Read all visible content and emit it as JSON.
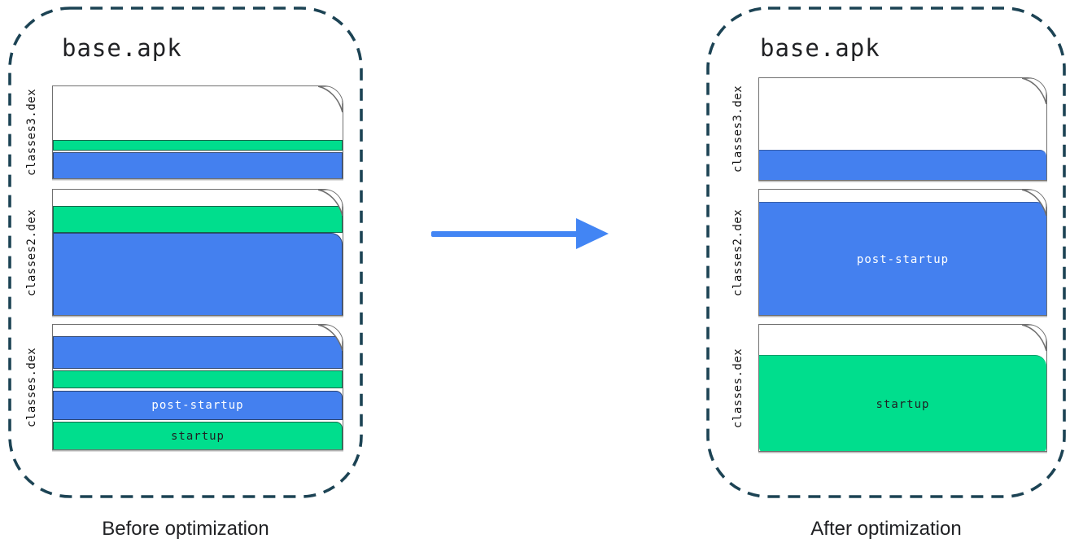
{
  "colors": {
    "green": "#00de8d",
    "blue": "#4480ef",
    "dash": "#1c4354",
    "file_border": "#707070",
    "arrow": "#4285f4",
    "text": "#202124"
  },
  "before": {
    "title": "base.apk",
    "caption": "Before optimization",
    "files": [
      {
        "label": "classes3.dex"
      },
      {
        "label": "classes2.dex"
      },
      {
        "label": "classes.dex"
      }
    ],
    "segments": {
      "post_startup": "post-startup",
      "startup": "startup"
    }
  },
  "after": {
    "title": "base.apk",
    "caption": "After optimization",
    "files": [
      {
        "label": "classes3.dex"
      },
      {
        "label": "classes2.dex"
      },
      {
        "label": "classes.dex"
      }
    ],
    "segments": {
      "post_startup": "post-startup",
      "startup": "startup"
    }
  }
}
